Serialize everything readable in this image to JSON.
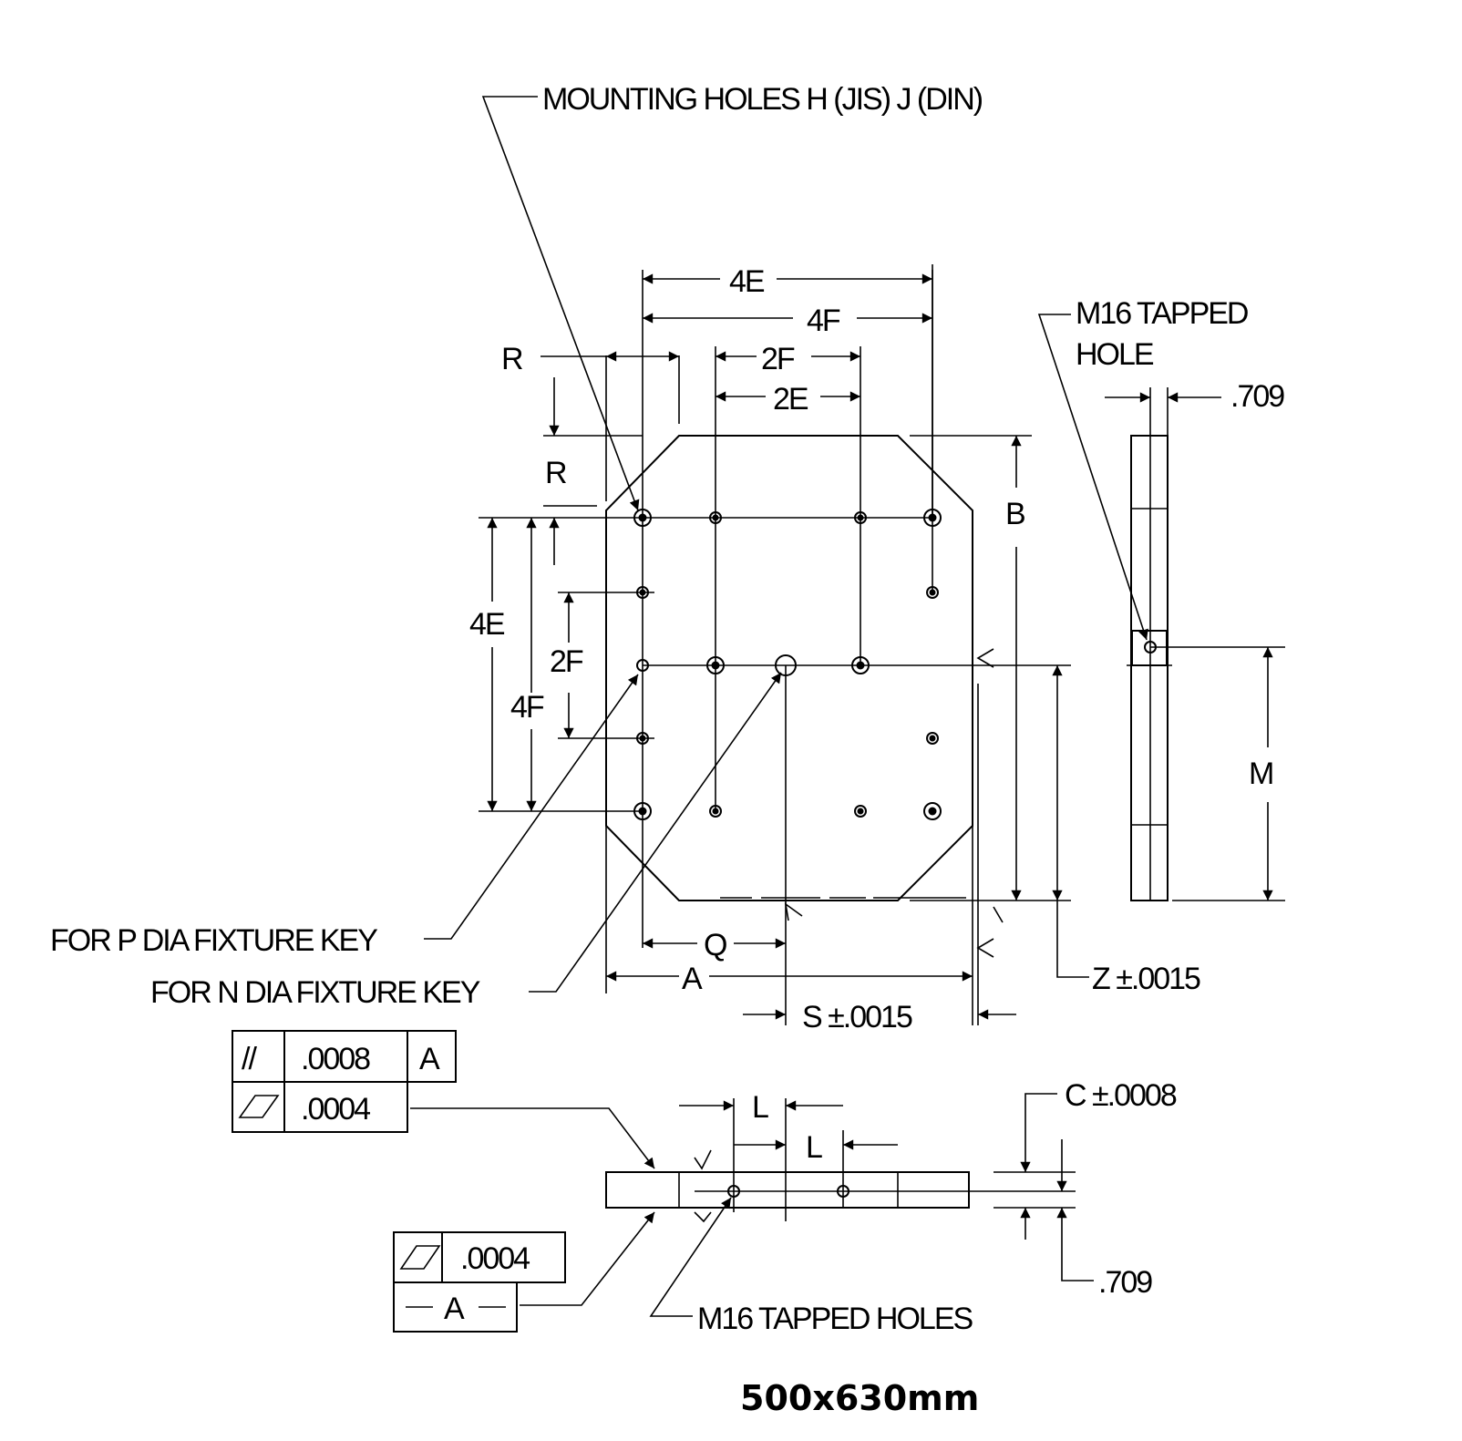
{
  "labels": {
    "mounting_holes": "MOUNTING HOLES H (JIS) J (DIN)",
    "m16_tapped_hole_1": "M16 TAPPED",
    "m16_tapped_hole_2": "HOLE",
    "dim_709_top": ".709",
    "dim_4E_top": "4E",
    "dim_4F_top": "4F",
    "dim_2F_top": "2F",
    "dim_2E_top": "2E",
    "dim_R_top": "R",
    "dim_R_side": "R",
    "dim_B": "B",
    "dim_4E_left": "4E",
    "dim_2F_left": "2F",
    "dim_4F_left": "4F",
    "dim_M": "M",
    "fixture_key_p": "FOR P DIA FIXTURE KEY",
    "fixture_key_n": "FOR N DIA FIXTURE KEY",
    "dim_Q": "Q",
    "dim_A": "A",
    "dim_Z": "Z ±.0015",
    "dim_S": "S ±.0015",
    "dim_C": "C ±.0008",
    "dim_709_bottom": ".709",
    "dim_L1": "L",
    "dim_L2": "L",
    "m16_tapped_holes": "M16 TAPPED HOLES",
    "caption": "500x630mm"
  },
  "tolerance_frames": {
    "parallelism": {
      "symbol": "//",
      "value": ".0008",
      "datum": "A"
    },
    "flatness_top": {
      "value": ".0004"
    },
    "flatness_bottom": {
      "value": ".0004"
    },
    "datum_label": "A"
  }
}
